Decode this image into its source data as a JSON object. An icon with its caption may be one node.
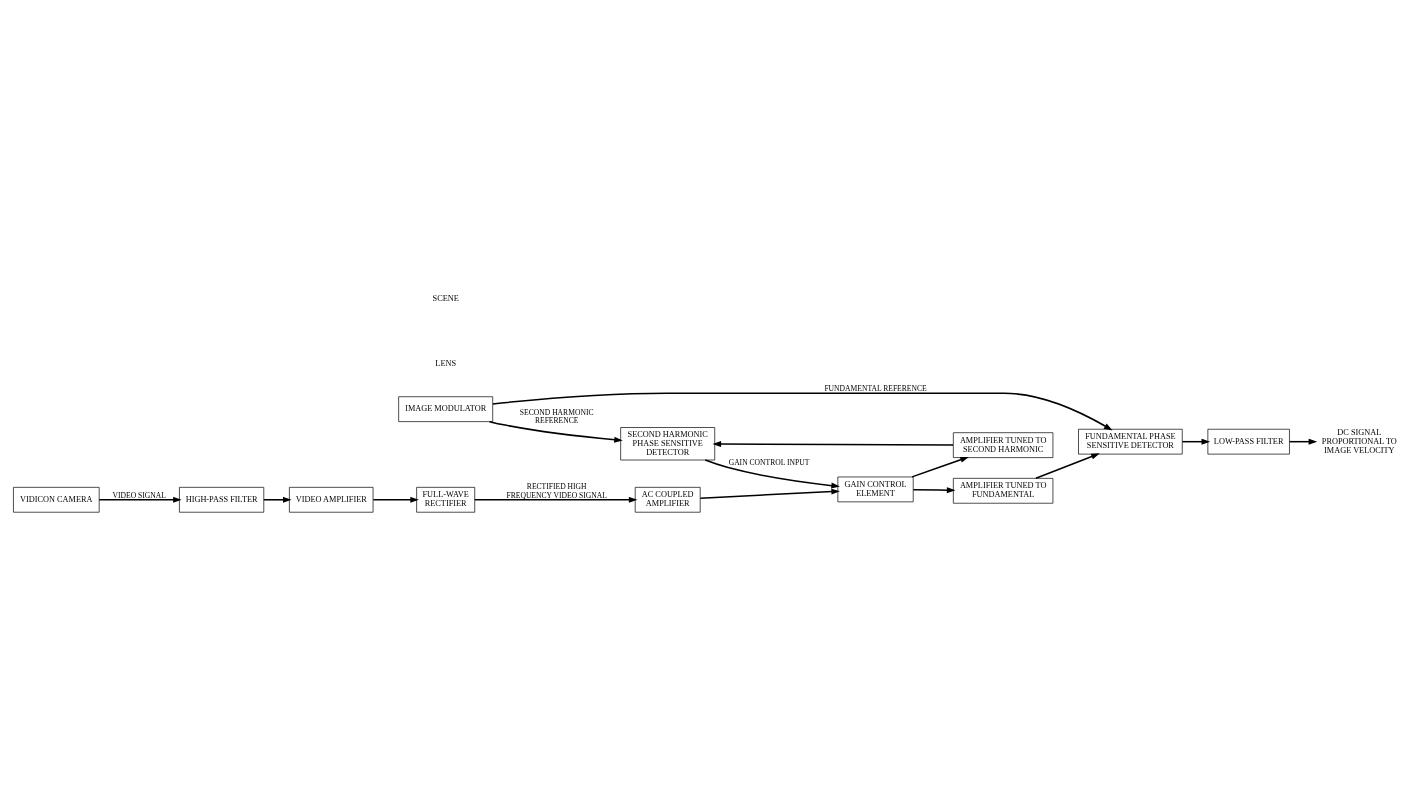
{
  "diagram": {
    "nodes": [
      {
        "text": [
          "IMAGE MODULATOR"
        ]
      },
      {
        "text": [
          "VIDICON CAMERA"
        ]
      },
      {
        "text": [
          "HIGH-PASS FILTER"
        ]
      },
      {
        "text": [
          "VIDEO AMPLIFIER"
        ]
      },
      {
        "text": [
          "FULL-WAVE RECTIFIER"
        ]
      },
      {
        "text": [
          "AC COUPLED AMPLIFIER"
        ]
      },
      {
        "text": [
          "GAIN CONTROL ELEMENT"
        ]
      },
      {
        "text": [
          "AMPLIFIER TUNED TO SECOND HARMONIC"
        ]
      },
      {
        "text": [
          "SECOND HARMONIC PHASE SENSITIVE DETECTOR"
        ]
      },
      {
        "text": [
          "FUNDAMENTAL PHASE SENSITIVE DETECTOR"
        ]
      },
      {
        "text": [
          "AMPLIFIER TUNED TO FUNDAMENTAL"
        ]
      },
      {
        "text": [
          "LOW-PASS FILTER"
        ]
      },
      {
        "text": [
          "DC SIGNAL PROPORTIONAL TO IMAGE VELOCITY"
        ]
      }
    ],
    "edges": [
      {
        "from": 1,
        "to": 2,
        "arrow": "to",
        "label": "VIDEO SIGNAL"
      },
      {
        "from": 2,
        "to": 3,
        "arrow": "to"
      },
      {
        "from": 3,
        "to": 4,
        "arrow": "to"
      },
      {
        "from": 4,
        "to": 5,
        "arrow": "to",
        "label": "RECTIFIED HIGH FREQUENCY VIDEO SIGNAL"
      },
      {
        "from": 5,
        "to": 6,
        "arrow": "to"
      },
      {
        "from": 6,
        "to": 7,
        "arrow": "to"
      },
      {
        "from": 6,
        "to": 10,
        "arrow": "to"
      },
      {
        "from": 7,
        "to": 8,
        "arrow": "to"
      },
      {
        "from": 8,
        "to": 6,
        "arrow": "to",
        "label": "GAIN CONTROL INPUT"
      },
      {
        "from": 0,
        "to": 8,
        "arrow": "to",
        "label": "SECOND HARMONIC REFERENCE"
      },
      {
        "from": 0,
        "to": 9,
        "arrow": "to",
        "label": "FUNDAMENTAL REFERENCE"
      },
      {
        "from": 10,
        "to": 9,
        "arrow": "to"
      },
      {
        "from": 9,
        "to": 11,
        "arrow": "to"
      },
      {
        "from": 11,
        "to": 12,
        "arrow": "to"
      }
    ],
    "labels": [
      "SCENE",
      "LENS"
    ]
  }
}
